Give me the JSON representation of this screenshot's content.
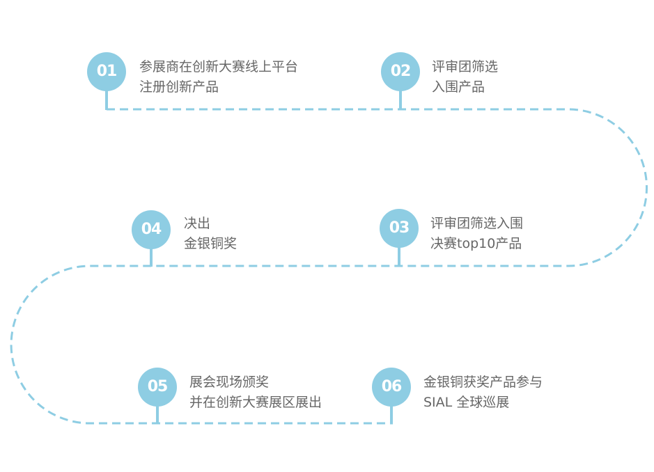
{
  "colors": {
    "accent": "#8ecde3",
    "text": "#666666"
  },
  "steps": [
    {
      "number": "01",
      "line1": "参展商在创新大赛线上平台",
      "line2": "注册创新产品"
    },
    {
      "number": "02",
      "line1": "评审团筛选",
      "line2": "入围产品"
    },
    {
      "number": "03",
      "line1": "评审团筛选入围",
      "line2": "决赛top10产品"
    },
    {
      "number": "04",
      "line1": "决出",
      "line2": "金银铜奖"
    },
    {
      "number": "05",
      "line1": "展会现场颁奖",
      "line2": "并在创新大赛展区展出"
    },
    {
      "number": "06",
      "line1": "金银铜获奖产品参与",
      "line2": "SIAL 全球巡展"
    }
  ]
}
